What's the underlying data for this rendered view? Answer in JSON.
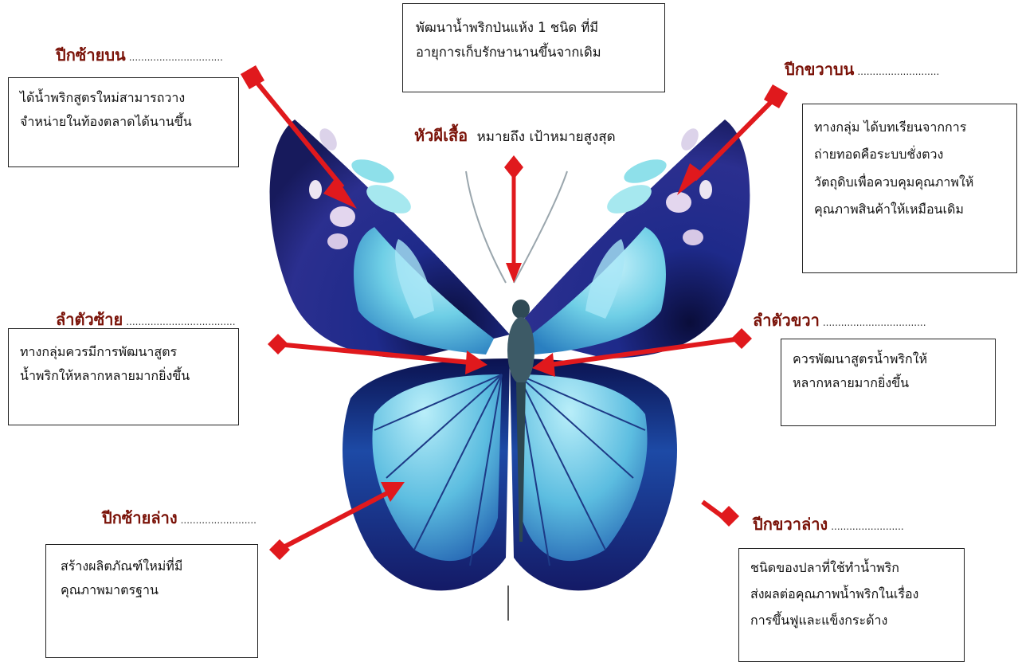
{
  "goal": {
    "lines": [
      "พัฒนาน้ำพริกป่นแห้ง 1 ชนิด ที่มี",
      "อายุการเก็บรักษานานขึ้นจากเดิม"
    ]
  },
  "head": {
    "label": "หัวผีเสื้อ",
    "text": "หมายถึง เป้าหมายสูงสุด"
  },
  "sections": {
    "left_upper_wing": {
      "label": "ปีกซ้ายบน",
      "dots": "...............................",
      "lines": [
        "ได้น้ำพริกสูตรใหม่สามารถวาง",
        "จำหน่ายในท้องตลาดได้นานขึ้น"
      ]
    },
    "right_upper_wing": {
      "label": "ปีกขวาบน",
      "dots": "...........................",
      "lines": [
        "ทางกลุ่ม ได้บทเรียนจากการ",
        "ถ่ายทอดคือระบบชั่งตวง",
        "วัตถุดิบเพื่อควบคุมคุณภาพให้",
        "คุณภาพสินค้าให้เหมือนเดิม"
      ]
    },
    "left_body": {
      "label": "ลำตัวซ้าย",
      "dots": "....................................",
      "lines": [
        "ทางกลุ่มควรมีการพัฒนาสูตร",
        "น้ำพริกให้หลากหลายมากยิ่งขึ้น"
      ]
    },
    "right_body": {
      "label": "ลำตัวขวา",
      "dots": "..................................",
      "lines": [
        "ควรพัฒนาสูตรน้ำพริกให้",
        "หลากหลายมากยิ่งขึ้น"
      ]
    },
    "left_lower_wing": {
      "label": "ปีกซ้ายล่าง",
      "dots": ".........................",
      "lines": [
        "สร้างผลิตภัณฑ์ใหม่ที่มี",
        "คุณภาพมาตรฐาน"
      ]
    },
    "right_lower_wing": {
      "label": "ปีกขวาล่าง",
      "dots": "........................",
      "lines": [
        "ชนิดของปลาที่ใช้ทำน้ำพริก",
        "ส่งผลต่อคุณภาพน้ำพริกในเรื่อง",
        "การขึ้นฟูและแข็งกระด้าง"
      ]
    }
  },
  "colors": {
    "arrow": "#e0191d",
    "label": "#7a1208",
    "wing_dark": "#1a1f6e",
    "wing_light": "#7fd6ec",
    "body": "#3d5a66"
  }
}
